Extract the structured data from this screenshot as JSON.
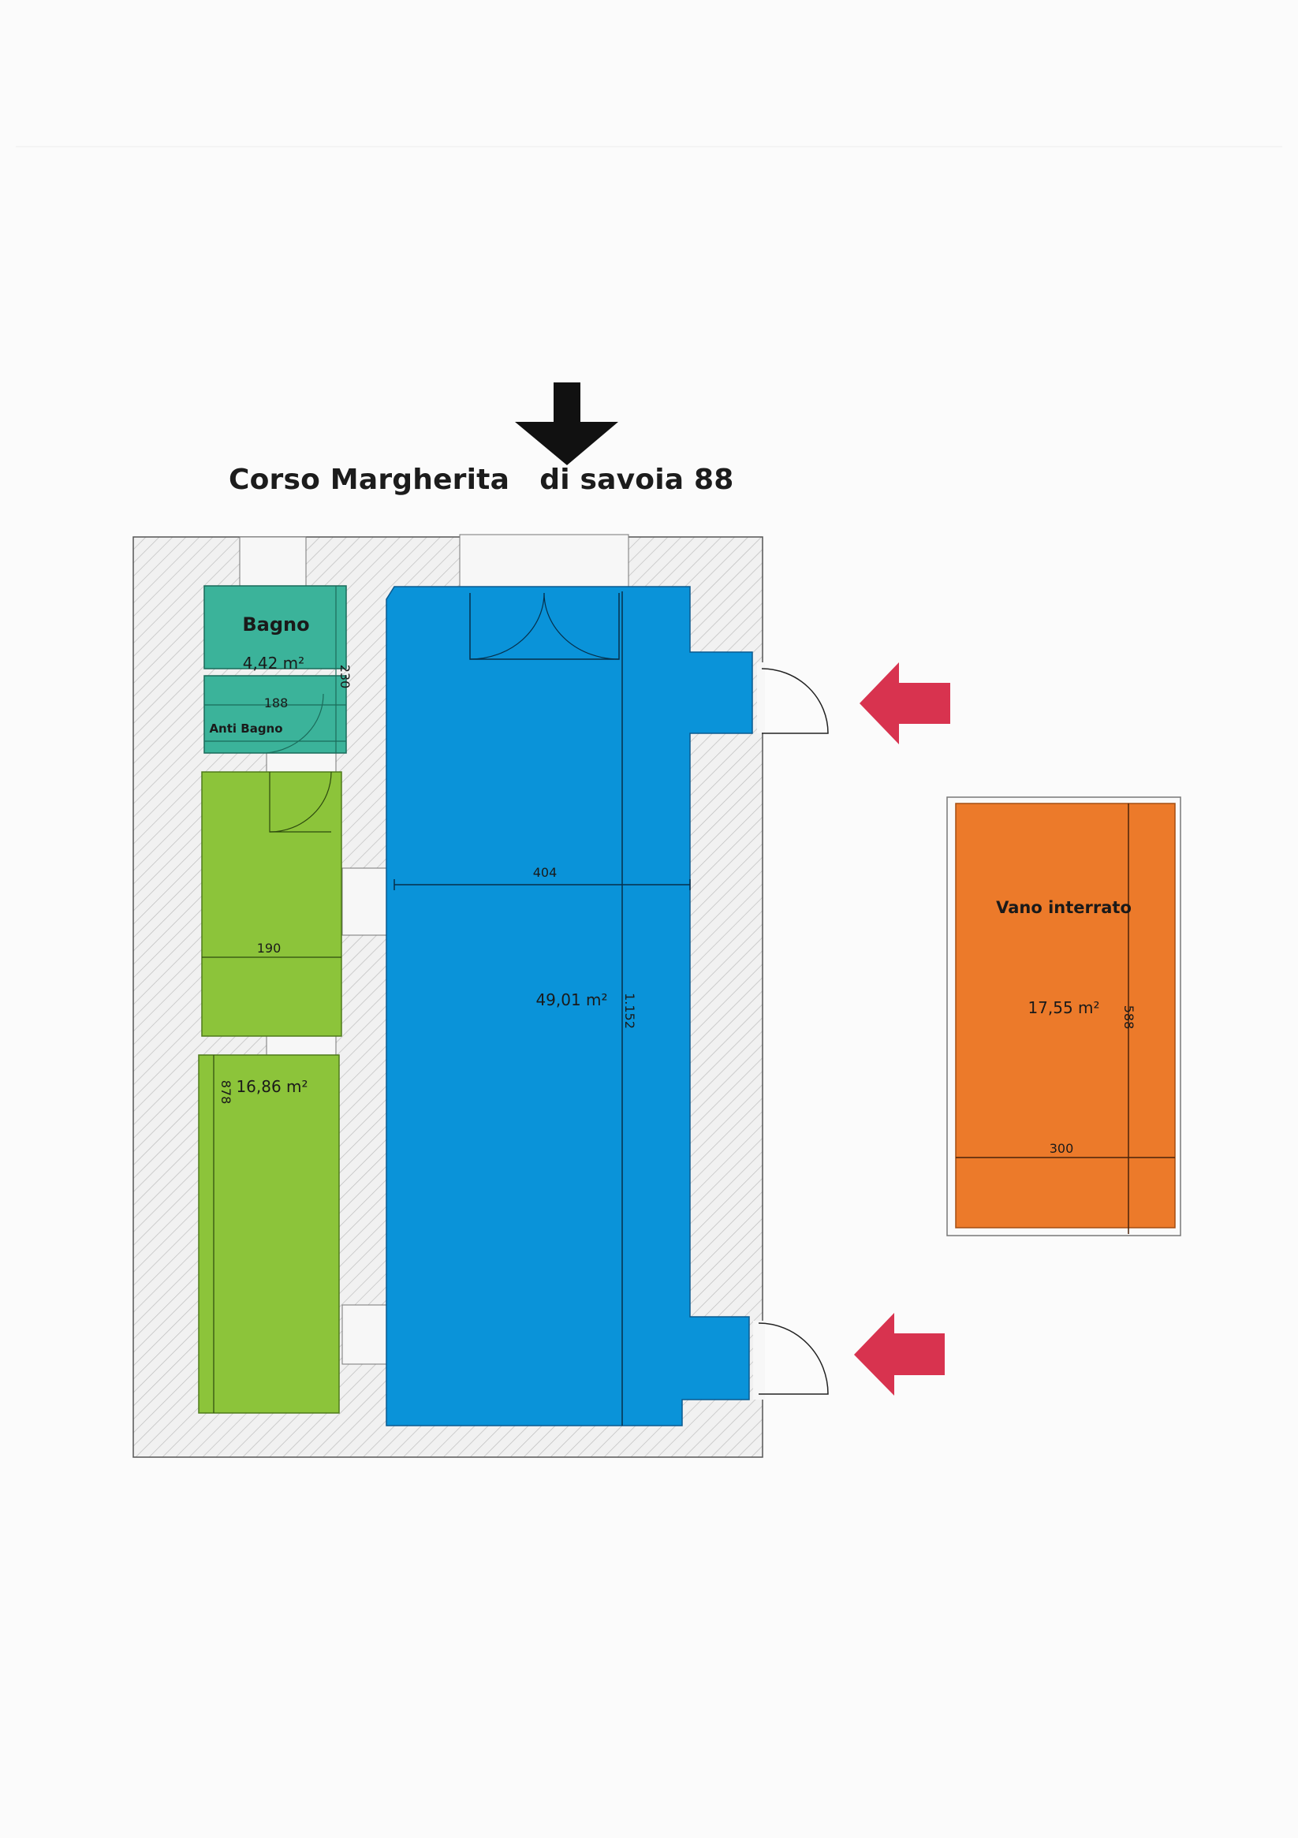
{
  "title": "Corso Margherita   di savoia 88",
  "rooms": {
    "bagno": {
      "name": "Bagno",
      "area": "4,42 m²",
      "color": "#3bb39a"
    },
    "anti_bagno": {
      "name": "Anti Bagno",
      "width_dim": "188",
      "side_dim": "230",
      "color": "#3bb39a"
    },
    "room_upper_left": {
      "width_dim": "190",
      "color": "#8cc43a"
    },
    "room_lower_left": {
      "area": "16,86 m²",
      "length_dim": "878",
      "color": "#8cc43a"
    },
    "main_hall": {
      "area": "49,01 m²",
      "width_dim": "404",
      "length_dim": "1.152",
      "color": "#0a93d9"
    },
    "vano_interrato": {
      "name": "Vano interrato",
      "area": "17,55 m²",
      "width_dim": "300",
      "length_dim": "588",
      "color": "#ec7a2a"
    }
  },
  "icons": {
    "street_arrow": "down-arrow-icon",
    "entrance_arrows": "left-arrow-icon",
    "street_arrow_color": "#111111",
    "entrance_arrow_color": "#d8334f"
  },
  "wall_color": "#eeeeee"
}
